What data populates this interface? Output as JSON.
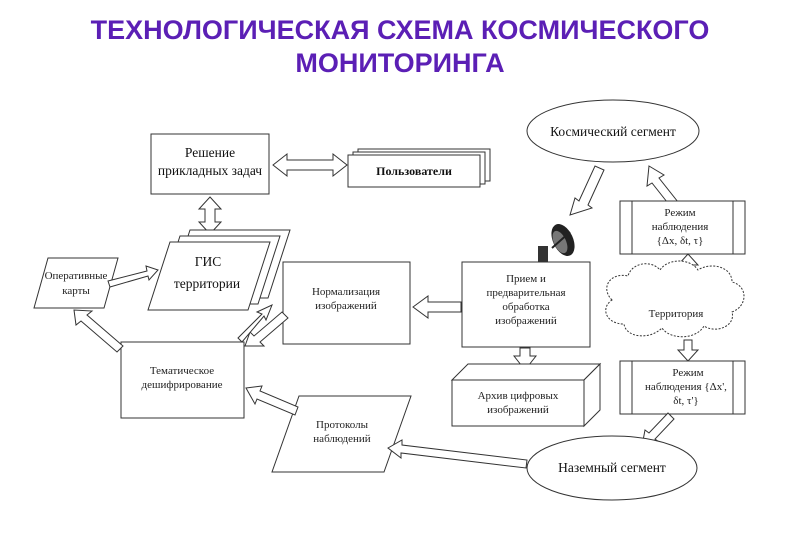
{
  "title": {
    "line1": "ТЕХНОЛОГИЧЕСКАЯ СХЕМА КОСМИЧЕСКОГО",
    "line2": "МОНИТОРИНГА"
  },
  "nodes": {
    "applied_tasks": [
      "Решение",
      "прикладных задач"
    ],
    "users": "Пользователи",
    "gis": [
      "ГИС",
      "территории"
    ],
    "operational_maps": [
      "Оперативные",
      "карты"
    ],
    "normalization": [
      "Нормализация",
      "изображений"
    ],
    "reception": [
      "Прием  и",
      "предварительная",
      "обработка",
      "изображений"
    ],
    "archive": [
      "Архив цифровых",
      "изображений"
    ],
    "thematic": [
      "Тематическое",
      "дешифрирование"
    ],
    "protocols": [
      "Протоколы",
      "наблюдений"
    ],
    "space_segment": "Космический сегмент",
    "ground_segment": "Наземный сегмент",
    "mode1": [
      "Режим",
      "наблюдения",
      "{Δx, δt, τ}"
    ],
    "territory": "Территория",
    "mode2": [
      "Режим",
      "наблюдения  {Δx',",
      "δt, τ'}"
    ]
  },
  "colors": {
    "title": "#5b1fb5",
    "stroke": "#333333"
  },
  "icons": {
    "antenna": "satellite-dish-icon"
  }
}
